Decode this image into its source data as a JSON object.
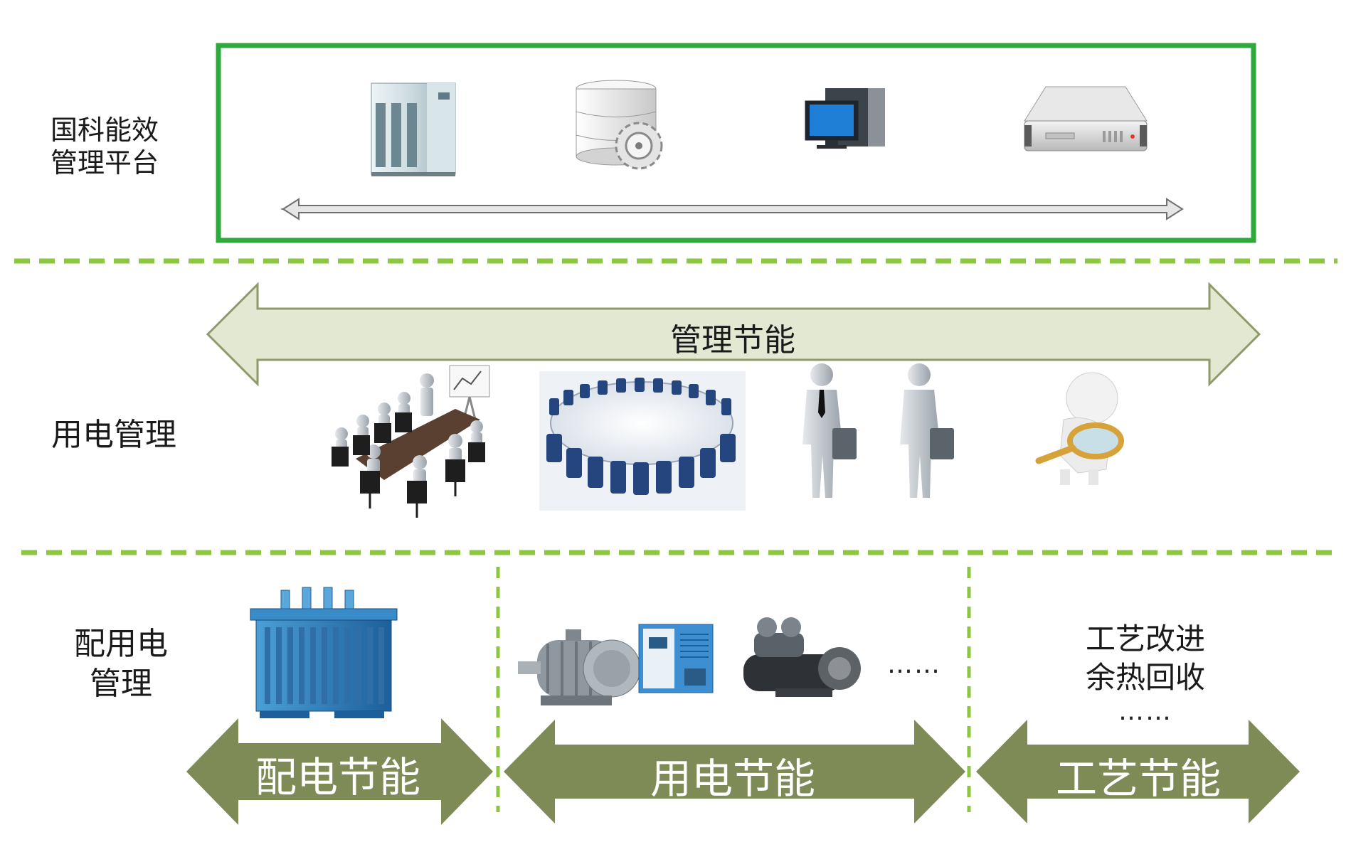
{
  "layers": {
    "platform": {
      "label_line1": "国科能效",
      "label_line2": "管理平台"
    },
    "usage_management": {
      "label": "用电管理",
      "arrow_label": "管理节能"
    },
    "distribution": {
      "label_line1": "配用电",
      "label_line2": "管理",
      "arrows": [
        {
          "label": "配电节能"
        },
        {
          "label": "用电节能"
        },
        {
          "label": "工艺节能"
        }
      ],
      "equipment_more": "……",
      "process_line1": "工艺改进",
      "process_line2": "余热回收",
      "process_more": "……"
    }
  },
  "colors": {
    "platform_frame": "#2eaa3c",
    "dashed_divider": "#8dc63f",
    "arrow_light": "#e3e8d3",
    "arrow_light_stroke": "#8d9b6a",
    "arrow_dark": "#7f8b57"
  }
}
